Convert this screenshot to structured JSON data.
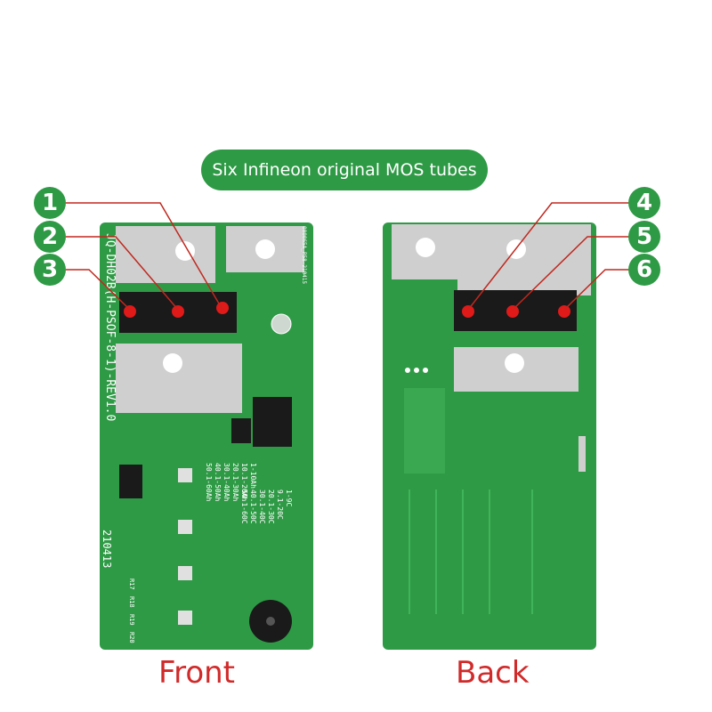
{
  "title": "Six Infineon original MOS tubes",
  "badges": [
    "1",
    "2",
    "3",
    "4",
    "5",
    "6"
  ],
  "labels": {
    "front": "Front",
    "back": "Back"
  },
  "pcb_text": {
    "front_model": "JQ-DH02B(H-PSOF-8-1)-REV1.0",
    "date_code": "210413",
    "small_code": "000065A_P58-210415",
    "capacity_col1": [
      "50.1-60Ah",
      "40.1-50Ah",
      "30.1-40Ah",
      "20.1-30Ah",
      "10.1-20Ah",
      "1-10Ah"
    ],
    "capacity_col2": [
      "50.1-60C",
      "40.1-50C",
      "30.1-40C",
      "20.1-30C",
      "9.1-20C",
      "1-9C"
    ],
    "resistors": [
      "R17",
      "R18",
      "R19",
      "R20"
    ]
  },
  "colors": {
    "pcb_green": "#2f9a46",
    "badge_green": "#2f9a46",
    "label_red": "#d12a2a",
    "callout_red": "#c0281f",
    "pad_grey": "#cfcfcf",
    "mos_black": "#1a1a1a",
    "marker_red": "#e01919"
  }
}
